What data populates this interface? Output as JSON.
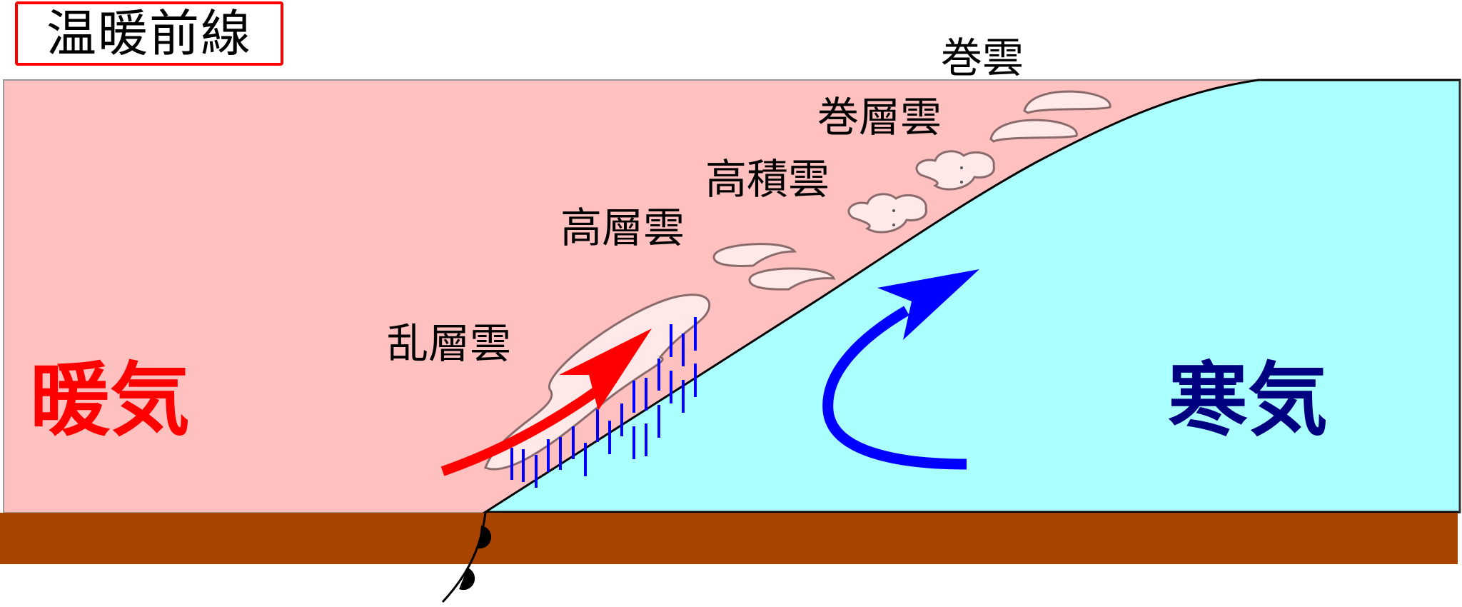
{
  "title": "温暖前線",
  "air_masses": {
    "warm": {
      "label": "暖気",
      "color": "#ff0000",
      "fill": "#ffc0c0"
    },
    "cold": {
      "label": "寒気",
      "color": "#000080",
      "fill": "#aaffff"
    }
  },
  "clouds": [
    {
      "label": "巻雲"
    },
    {
      "label": "巻層雲"
    },
    {
      "label": "高積雲"
    },
    {
      "label": "高層雲"
    },
    {
      "label": "乱層雲"
    }
  ],
  "colors": {
    "ground": "#a84400",
    "cloud_fill": "#ffe8e8",
    "cloud_stroke": "#8a6a6a",
    "rain": "#0000ff",
    "warm_arrow": "#ff0000",
    "cold_arrow": "#0000ff",
    "front_line": "#000000",
    "title_border": "#ff0000"
  }
}
